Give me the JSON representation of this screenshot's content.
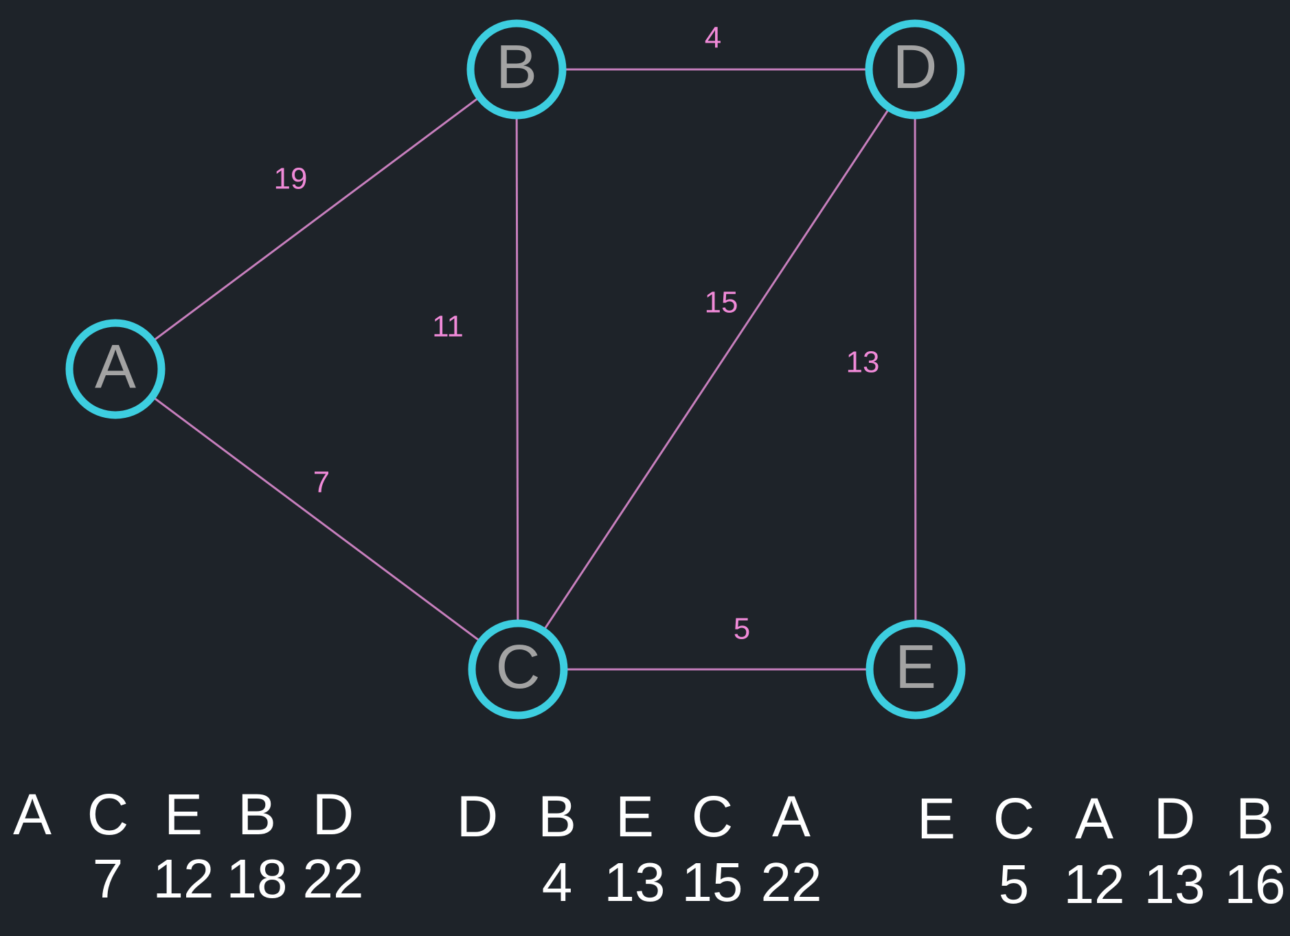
{
  "graph": {
    "nodes": [
      {
        "id": "A",
        "label": "A"
      },
      {
        "id": "B",
        "label": "B"
      },
      {
        "id": "C",
        "label": "C"
      },
      {
        "id": "D",
        "label": "D"
      },
      {
        "id": "E",
        "label": "E"
      }
    ],
    "edges": [
      {
        "from": "A",
        "to": "B",
        "weight": "19"
      },
      {
        "from": "A",
        "to": "C",
        "weight": "7"
      },
      {
        "from": "B",
        "to": "C",
        "weight": "11"
      },
      {
        "from": "B",
        "to": "D",
        "weight": "4"
      },
      {
        "from": "C",
        "to": "D",
        "weight": "15"
      },
      {
        "from": "D",
        "to": "E",
        "weight": "13"
      },
      {
        "from": "C",
        "to": "E",
        "weight": "5"
      }
    ]
  },
  "orderings": [
    {
      "letters": [
        "A",
        "C",
        "E",
        "B",
        "D"
      ],
      "distances": [
        "",
        "7",
        "12",
        "18",
        "22"
      ]
    },
    {
      "letters": [
        "D",
        "B",
        "E",
        "C",
        "A"
      ],
      "distances": [
        "",
        "4",
        "13",
        "15",
        "22"
      ]
    },
    {
      "letters": [
        "E",
        "C",
        "A",
        "D",
        "B"
      ],
      "distances": [
        "",
        "5",
        "12",
        "13",
        "16"
      ]
    }
  ],
  "colors": {
    "background": "#1e2329",
    "node_ring": "#3dcee0",
    "node_letter": "#a3a3a3",
    "edge": "#c77fbd",
    "edge_weight": "#f08ad8",
    "sequence_text": "#ffffff"
  }
}
